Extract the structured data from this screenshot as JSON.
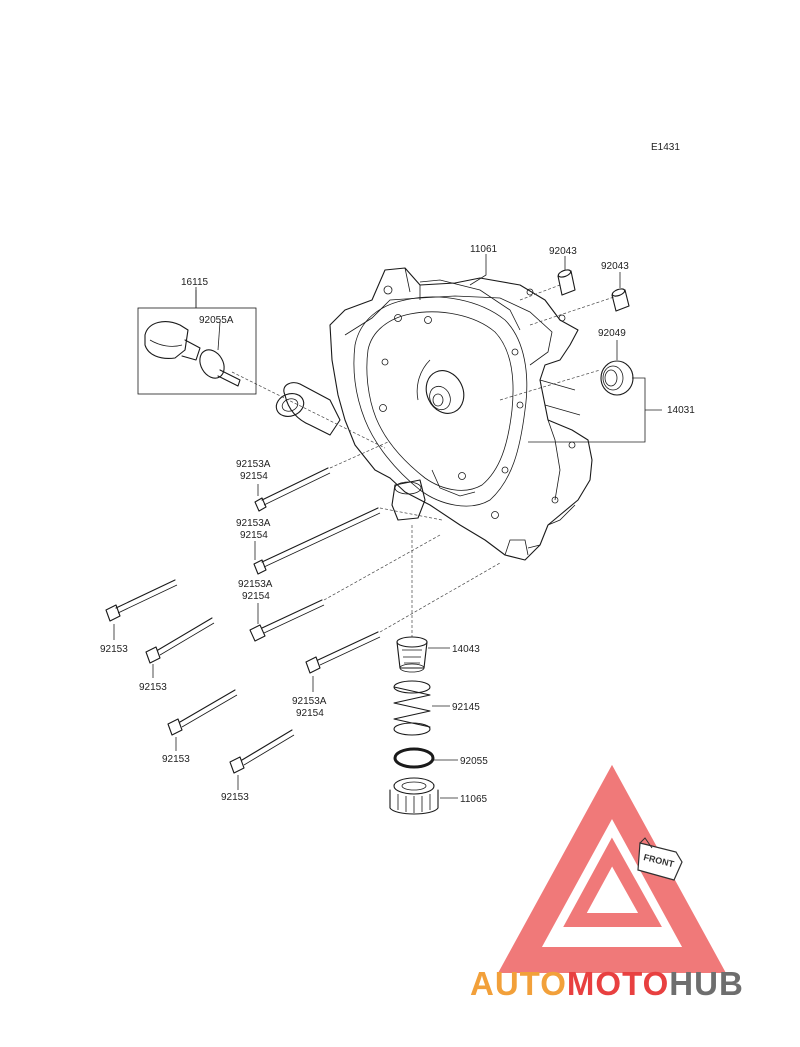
{
  "diagram_code": "E1431",
  "labels": {
    "p16115": "16115",
    "p92055A": "92055A",
    "p11061": "11061",
    "p92043a": "92043",
    "p92043b": "92043",
    "p92049": "92049",
    "p14031": "14031",
    "p92153A_1": "92153A",
    "p92154_1": "92154",
    "p92153A_2": "92153A",
    "p92154_2": "92154",
    "p92153A_3": "92153A",
    "p92154_3": "92154",
    "p92153A_4": "92153A",
    "p92154_4": "92154",
    "p92153_1": "92153",
    "p92153_2": "92153",
    "p92153_3": "92153",
    "p92153_4": "92153",
    "p14043": "14043",
    "p92145": "92145",
    "p92055": "92055",
    "p11065": "11065"
  },
  "front_badge": "FRONT",
  "watermark": {
    "word_a": "AUTO",
    "word_b": "MOTO",
    "word_c": "HUB",
    "color_a": "#f2a03a",
    "color_b": "#e84040",
    "color_c": "#6e6e6e",
    "triangle_color": "#ef6b6b"
  }
}
